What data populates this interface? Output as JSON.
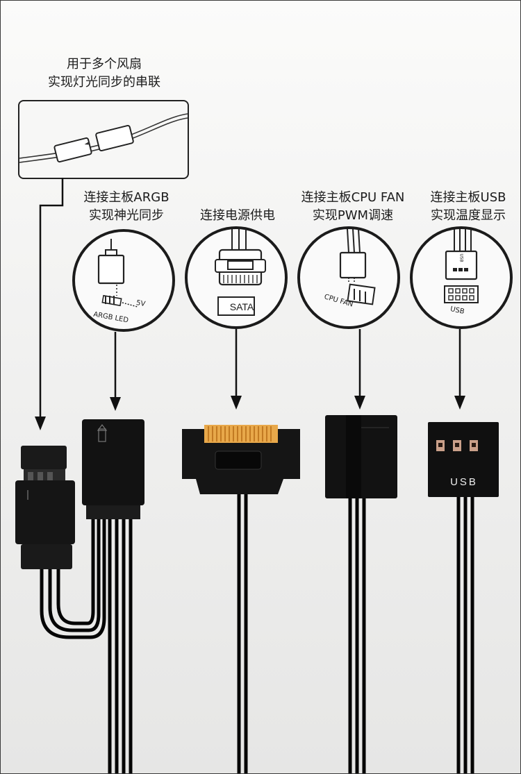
{
  "callout": {
    "line1": "用于多个风扇",
    "line2": "实现灯光同步的串联"
  },
  "connectors": [
    {
      "line1": "连接主板ARGB",
      "line2": "实现神光同步",
      "circle_label": "ARGB LED",
      "pin_label": "5V"
    },
    {
      "line1": "连接电源供电",
      "line2": "",
      "circle_label": "SATA"
    },
    {
      "line1": "连接主板CPU FAN",
      "line2": "实现PWM调速",
      "circle_label": "CPU FAN"
    },
    {
      "line1": "连接主板USB",
      "line2": "实现温度显示",
      "circle_label": "USB",
      "top_label": "USB"
    }
  ],
  "plug_labels": {
    "usb": "USB"
  },
  "icons": [
    "arrow-down-icon",
    "up-arrow-icon"
  ]
}
